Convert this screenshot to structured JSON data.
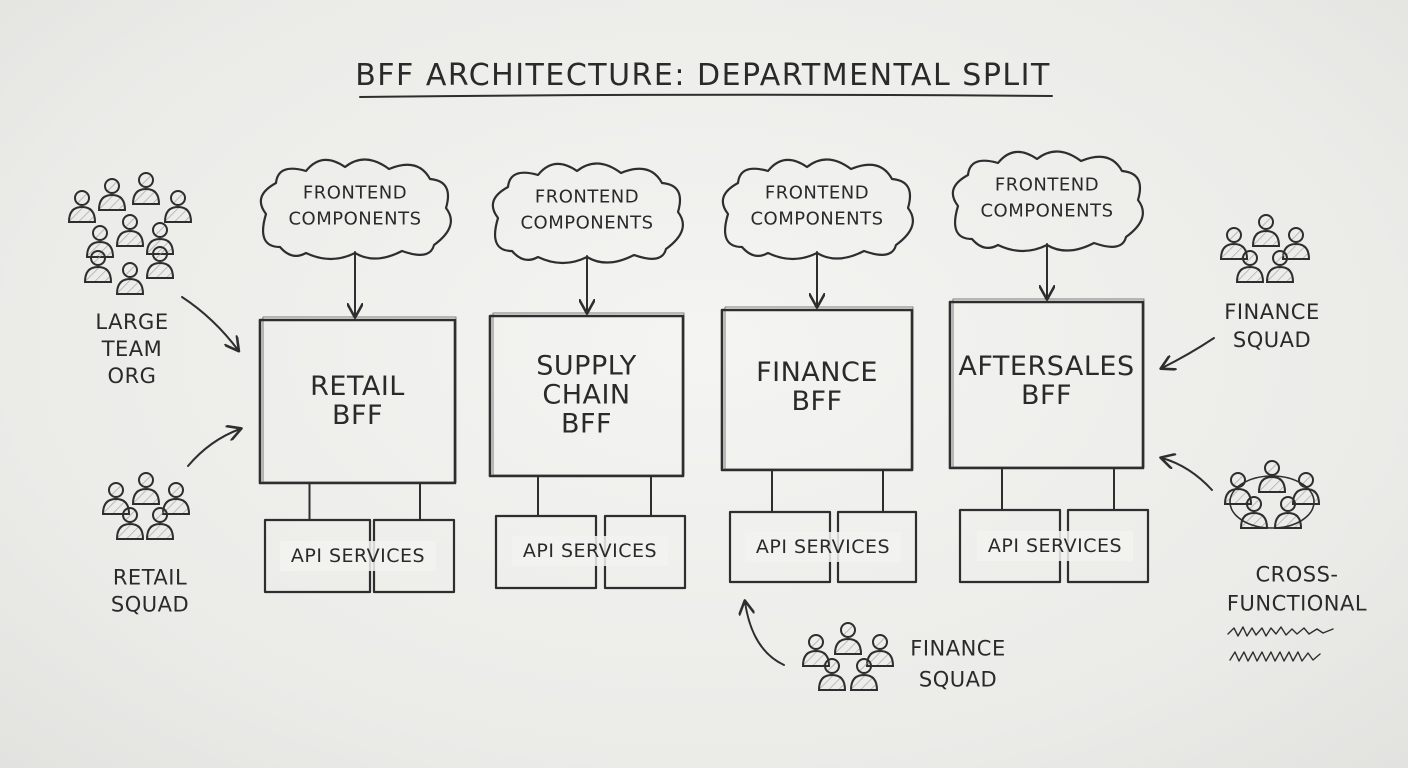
{
  "title": "BFF ARCHITECTURE: DEPARTMENTAL SPLIT",
  "columns": [
    {
      "cloud": [
        "FRONTEND",
        "COMPONENTS"
      ],
      "bff": [
        "RETAIL",
        "BFF"
      ],
      "api": "API SERVICES"
    },
    {
      "cloud": [
        "FRONTEND",
        "COMPONENTS"
      ],
      "bff": [
        "SUPPLY",
        "CHAIN",
        "BFF"
      ],
      "api": "API SERVICES"
    },
    {
      "cloud": [
        "FRONTEND",
        "COMPONENTS"
      ],
      "bff": [
        "FINANCE",
        "BFF"
      ],
      "api": "API SERVICES"
    },
    {
      "cloud": [
        "FRONTEND",
        "COMPONENTS"
      ],
      "bff": [
        "AFTERSALES",
        "BFF"
      ],
      "api": "API SERVICES"
    }
  ],
  "teams": [
    {
      "label": [
        "LARGE",
        "TEAM",
        "ORG"
      ],
      "icon": "large-team-group-icon"
    },
    {
      "label": [
        "RETAIL",
        "SQUAD"
      ],
      "icon": "retail-squad-group-icon"
    },
    {
      "label": [
        "FINANCE",
        "SQUAD"
      ],
      "icon": "finance-squad-group-icon"
    },
    {
      "label": [
        "FINANCE",
        "SQUAD"
      ],
      "icon": "finance-squad-top-group-icon"
    },
    {
      "label": [
        "CROSS-",
        "FUNCTIONAL"
      ],
      "icon": "cross-functional-group-icon"
    }
  ]
}
